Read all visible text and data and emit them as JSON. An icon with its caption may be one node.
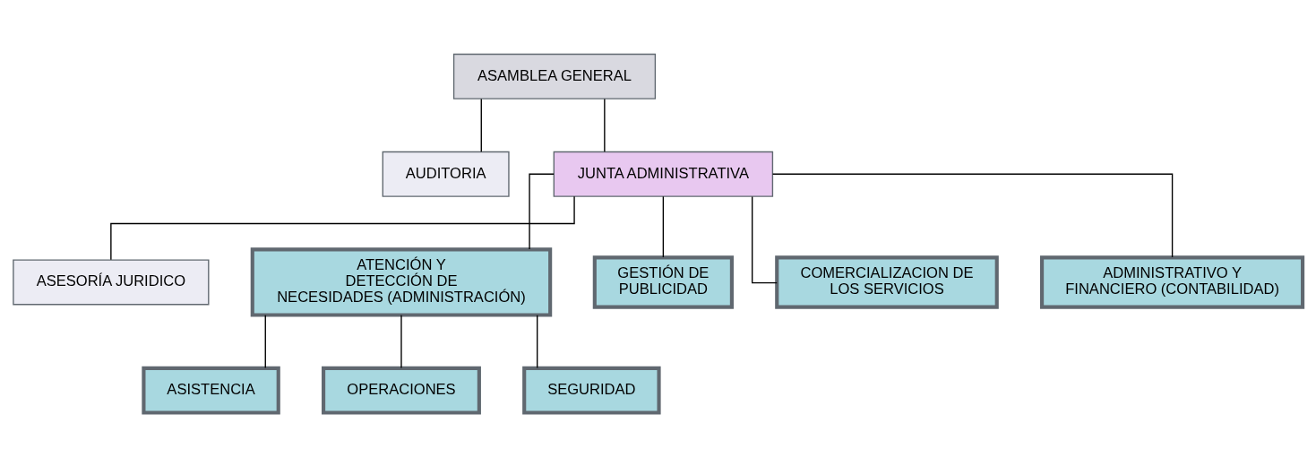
{
  "diagram": {
    "nodes": [
      {
        "text": [
          "ASAMBLEA GENERAL"
        ]
      },
      {
        "text": [
          "AUDITORIA"
        ]
      },
      {
        "text": [
          "JUNTA ADMINISTRATIVA"
        ]
      },
      {
        "text": [
          "ASESORÍA JURIDICO"
        ]
      },
      {
        "text": [
          "ATENCIÓN Y DETECCIÓN DE NECESIDADES (ADMINISTRACIÓN)"
        ]
      },
      {
        "text": [
          "GESTIÓN DE PUBLICIDAD"
        ]
      },
      {
        "text": [
          "COMERCIALIZACION DE LOS SERVICIOS"
        ]
      },
      {
        "text": [
          "ADMINISTRATIVO Y FINANCIERO (CONTABILIDAD)"
        ]
      },
      {
        "text": [
          "ASISTENCIA"
        ]
      },
      {
        "text": [
          "OPERACIONES"
        ]
      },
      {
        "text": [
          "SEGURIDAD"
        ]
      }
    ],
    "edges": [
      {
        "from": 0,
        "to": 2,
        "arrow": "none"
      },
      {
        "from": 0,
        "to": 1,
        "arrow": "none"
      },
      {
        "from": 2,
        "to": 3,
        "arrow": "none"
      },
      {
        "from": 2,
        "to": 4,
        "arrow": "none"
      },
      {
        "from": 2,
        "to": 5,
        "arrow": "none"
      },
      {
        "from": 2,
        "to": 6,
        "arrow": "none"
      },
      {
        "from": 2,
        "to": 7,
        "arrow": "none"
      },
      {
        "from": 4,
        "to": 8,
        "arrow": "none"
      },
      {
        "from": 4,
        "to": 9,
        "arrow": "none"
      },
      {
        "from": 4,
        "to": 10,
        "arrow": "none"
      }
    ]
  }
}
